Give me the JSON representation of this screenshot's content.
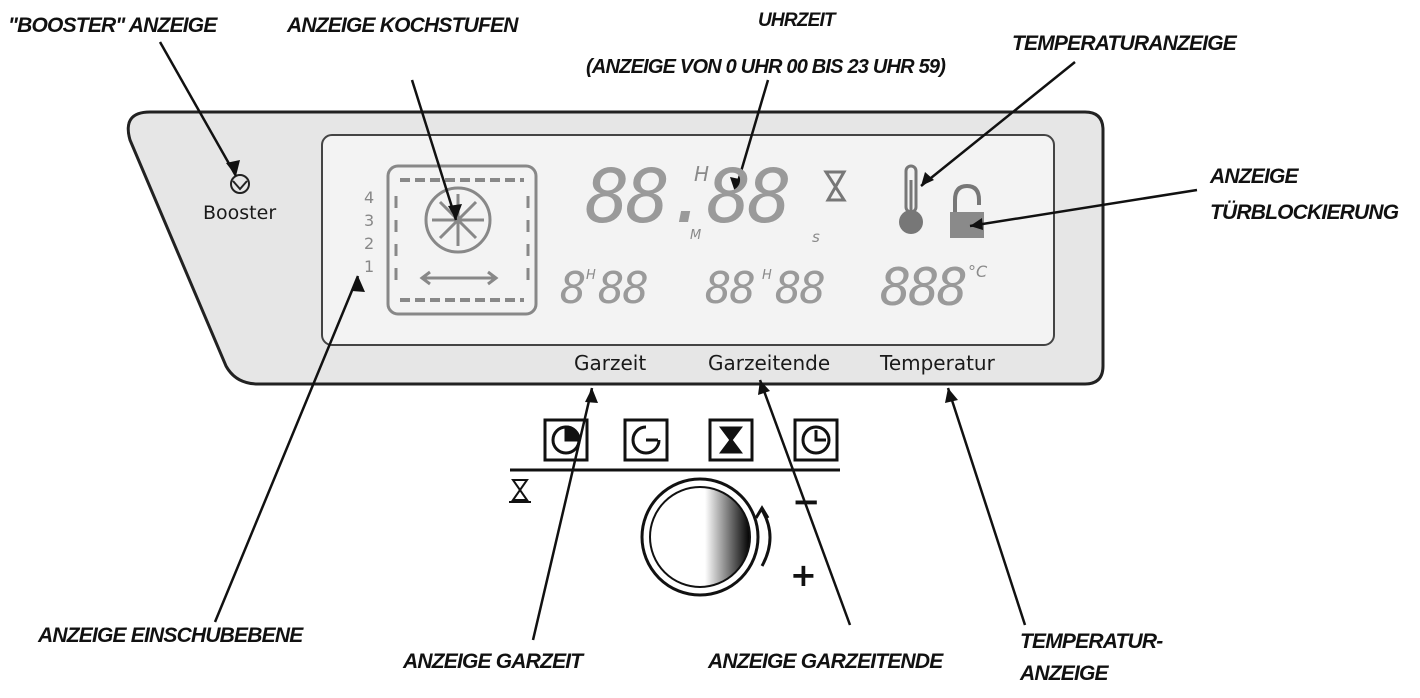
{
  "callouts": {
    "booster": "\"BOOSTER\" ANZEIGE",
    "kochstufen": "ANZEIGE KOCHSTUFEN",
    "uhrzeit": "UHRZEIT",
    "uhrzeit_range": "(ANZEIGE VON 0 UHR 00 BIS 23 UHR 59)",
    "temperaturanzeige_top": "TEMPERATURANZEIGE",
    "tuer_line1": "ANZEIGE",
    "tuer_line2": "TÜRBLOCKIERUNG",
    "einschubebene": "ANZEIGE EINSCHUBEBENE",
    "garzeit": "ANZEIGE GARZEIT",
    "garzeitende": "ANZEIGE GARZEITENDE",
    "temp_bottom_line1": "TEMPERATUR-",
    "temp_bottom_line2": "ANZEIGE"
  },
  "panel": {
    "booster_label": "Booster",
    "level_numbers": [
      "4",
      "3",
      "2",
      "1"
    ],
    "clock_digits": "88.88",
    "clock_h": "H",
    "clock_m": "M",
    "clock_s": "s",
    "garzeit_digits": "8",
    "garzeit_h": "H",
    "garzeit_digits2": "88",
    "ende_digits": "88",
    "ende_h": "H",
    "ende_digits2": "88",
    "temp_digits": "888",
    "temp_unit": "°C",
    "label_garzeit": "Garzeit",
    "label_garzeitende": "Garzeitende",
    "label_temperatur": "Temperatur"
  },
  "controls": {
    "minus": "−",
    "plus": "+"
  }
}
